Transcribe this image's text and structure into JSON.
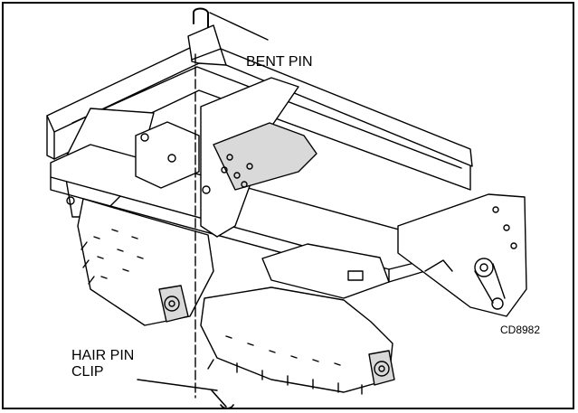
{
  "diagram": {
    "labels": {
      "bent_pin": "BENT PIN",
      "hair_pin_clip": "HAIR PIN\nCLIP",
      "drawing_code": "CD8982"
    },
    "colors": {
      "line": "#000000",
      "background": "#ffffff",
      "shade": "#d9d9d9"
    }
  }
}
